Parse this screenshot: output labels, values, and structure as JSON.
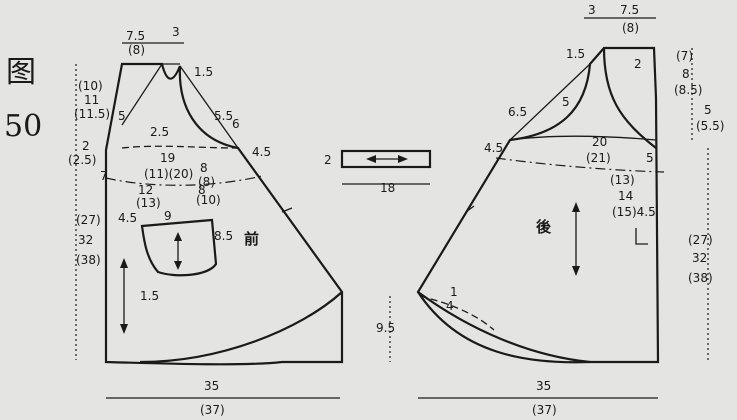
{
  "figure": {
    "title_char": "图",
    "number": "50"
  },
  "front": {
    "label": "前",
    "top": [
      "7.5",
      "(8)",
      "3"
    ],
    "left_upper": [
      "(10)",
      "11",
      "(11.5)"
    ],
    "left_mid": [
      "2",
      "(2.5)"
    ],
    "left_lower": [
      "(27)",
      "32",
      "(38)"
    ],
    "shoulder": "1.5",
    "neck_dim": "5",
    "neck_curve": "2.5",
    "arm1": "5.5",
    "arm2": "6",
    "side": "4.5",
    "row19": "19",
    "row19b": "(11)(20)",
    "row7": "7",
    "row8a": "8",
    "row8b": "(8)",
    "row12": "12",
    "row12b": "(13)",
    "row8c": "8",
    "row10": "(10)",
    "pocket_45": "4.5",
    "pocket_9": "9",
    "pocket_85": "8.5",
    "pocket_bottom": "1.5"
  },
  "strap": {
    "width": "2",
    "length": "18"
  },
  "back": {
    "label": "後",
    "top": [
      "3",
      "7.5",
      "(8)"
    ],
    "right_upper": [
      "(7)",
      "8",
      "(8.5)"
    ],
    "right_mid": [
      "5",
      "(5.5)"
    ],
    "right_lower": [
      "(27)",
      "32",
      "(38)"
    ],
    "shoulder": "1.5",
    "neck": "2",
    "arm1": "6.5",
    "arm2": "5",
    "side": "4.5",
    "row20": "20",
    "row21": "(21)",
    "row5": "5",
    "row13": "(13)",
    "row14": "14",
    "row15": "(15)4.5",
    "hem1": "1",
    "hem4": "4",
    "hem_height": "9.5"
  },
  "bottom": {
    "front": [
      "35",
      "(37)"
    ],
    "back": [
      "35",
      "(37)"
    ]
  }
}
